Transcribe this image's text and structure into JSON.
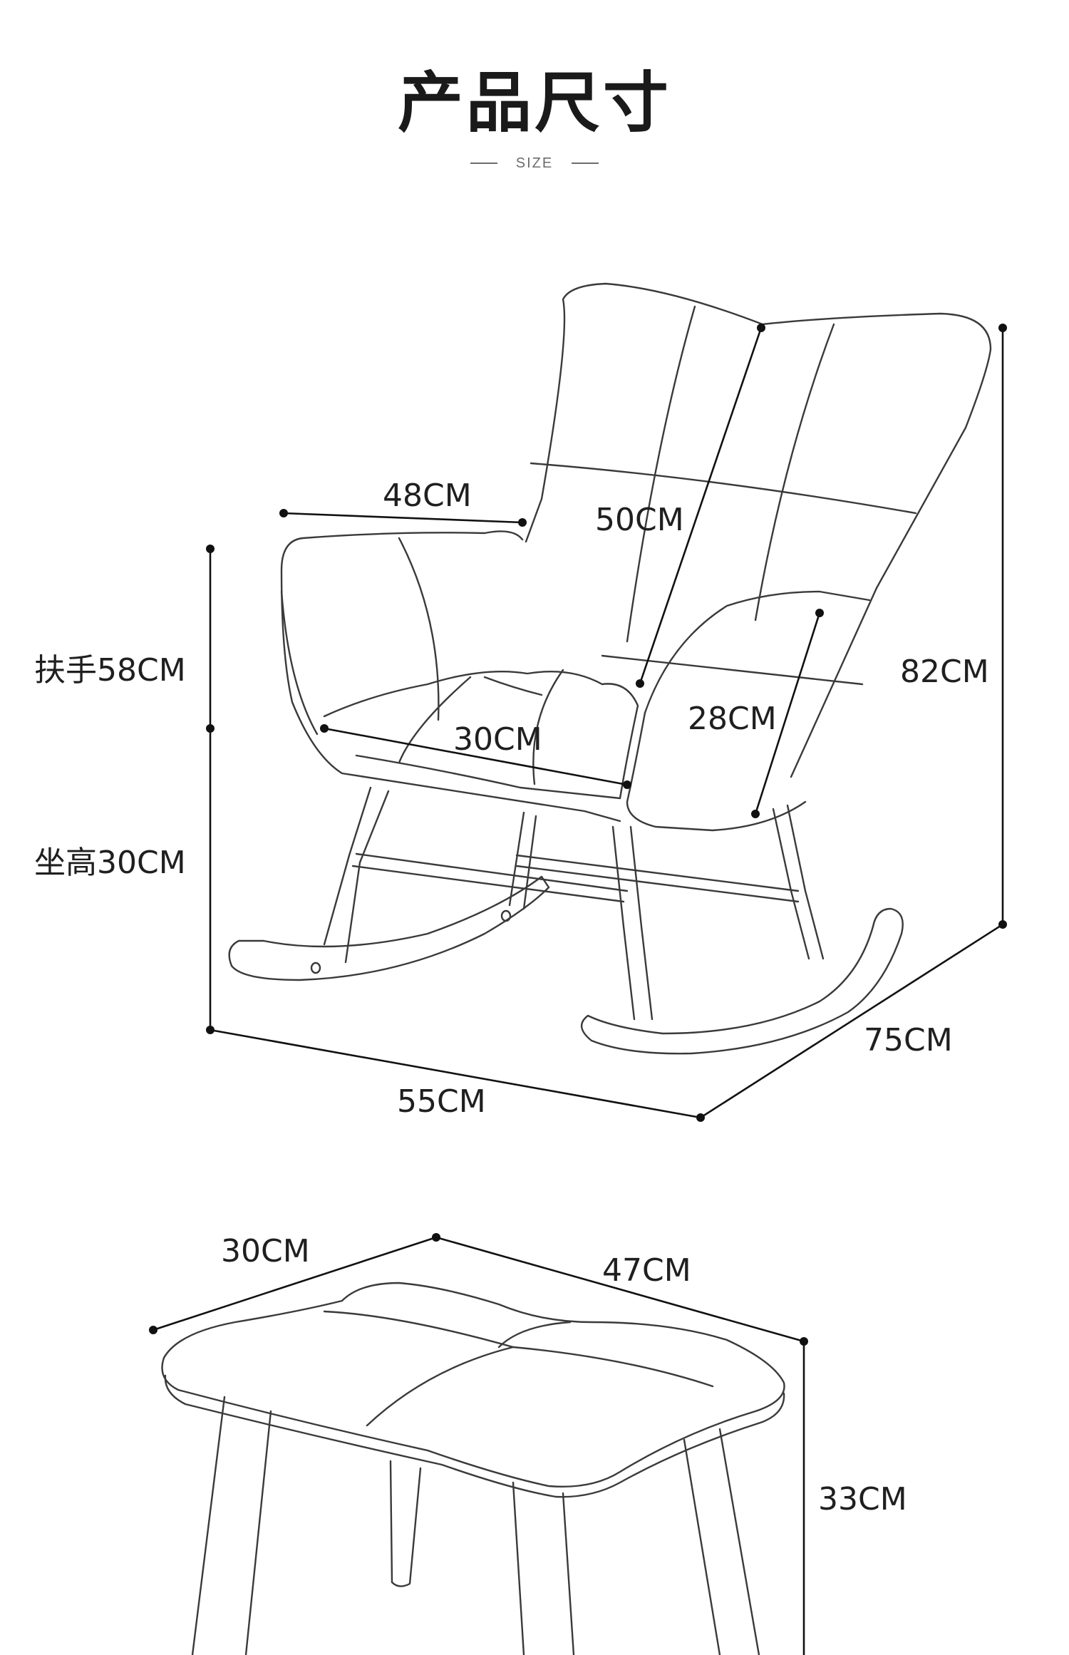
{
  "header": {
    "title": "产品尺寸",
    "subtitle": "SIZE"
  },
  "dimensions": {
    "chair": {
      "armrest_width": "48CM",
      "backrest": "50CM",
      "armrest_height": "扶手58CM",
      "seat_height": "坐高30CM",
      "seat_depth": "30CM",
      "arm_to_seat": "28CM",
      "total_height": "82CM",
      "width": "55CM",
      "depth": "75CM"
    },
    "ottoman": {
      "depth": "30CM",
      "width": "47CM",
      "height": "33CM"
    }
  }
}
